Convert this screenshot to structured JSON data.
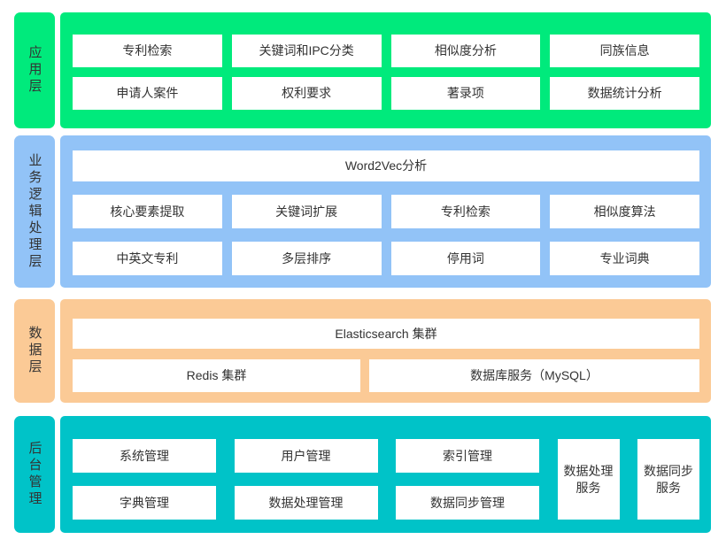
{
  "text_color": "#333333",
  "node_background": "#ffffff",
  "layers": [
    {
      "name": "application-layer",
      "label": "应用层",
      "color": "#00ea7c",
      "rows": [
        [
          "专利检索",
          "关键词和IPC分类",
          "相似度分析",
          "同族信息"
        ],
        [
          "申请人案件",
          "权利要求",
          "著录项",
          "数据统计分析"
        ]
      ]
    },
    {
      "name": "business-logic-layer",
      "label": "业务逻辑处理层",
      "color": "#92c3f7",
      "full_row": "Word2Vec分析",
      "rows": [
        [
          "核心要素提取",
          "关键词扩展",
          "专利检索",
          "相似度算法"
        ],
        [
          "中英文专利",
          "多层排序",
          "停用词",
          "专业词典"
        ]
      ]
    },
    {
      "name": "data-layer",
      "label": "数据层",
      "color": "#fbca96",
      "full_row": "Elasticsearch 集群",
      "split_row": [
        "Redis 集群",
        "数据库服务（MySQL）"
      ]
    },
    {
      "name": "admin-layer",
      "label": "后台管理",
      "color": "#00c3c8",
      "pairs": [
        [
          "系统管理",
          "字典管理"
        ],
        [
          "用户管理",
          "数据处理管理"
        ],
        [
          "索引管理",
          "数据同步管理"
        ]
      ],
      "tall": [
        "数据处理服务",
        "数据同步服务"
      ]
    }
  ]
}
